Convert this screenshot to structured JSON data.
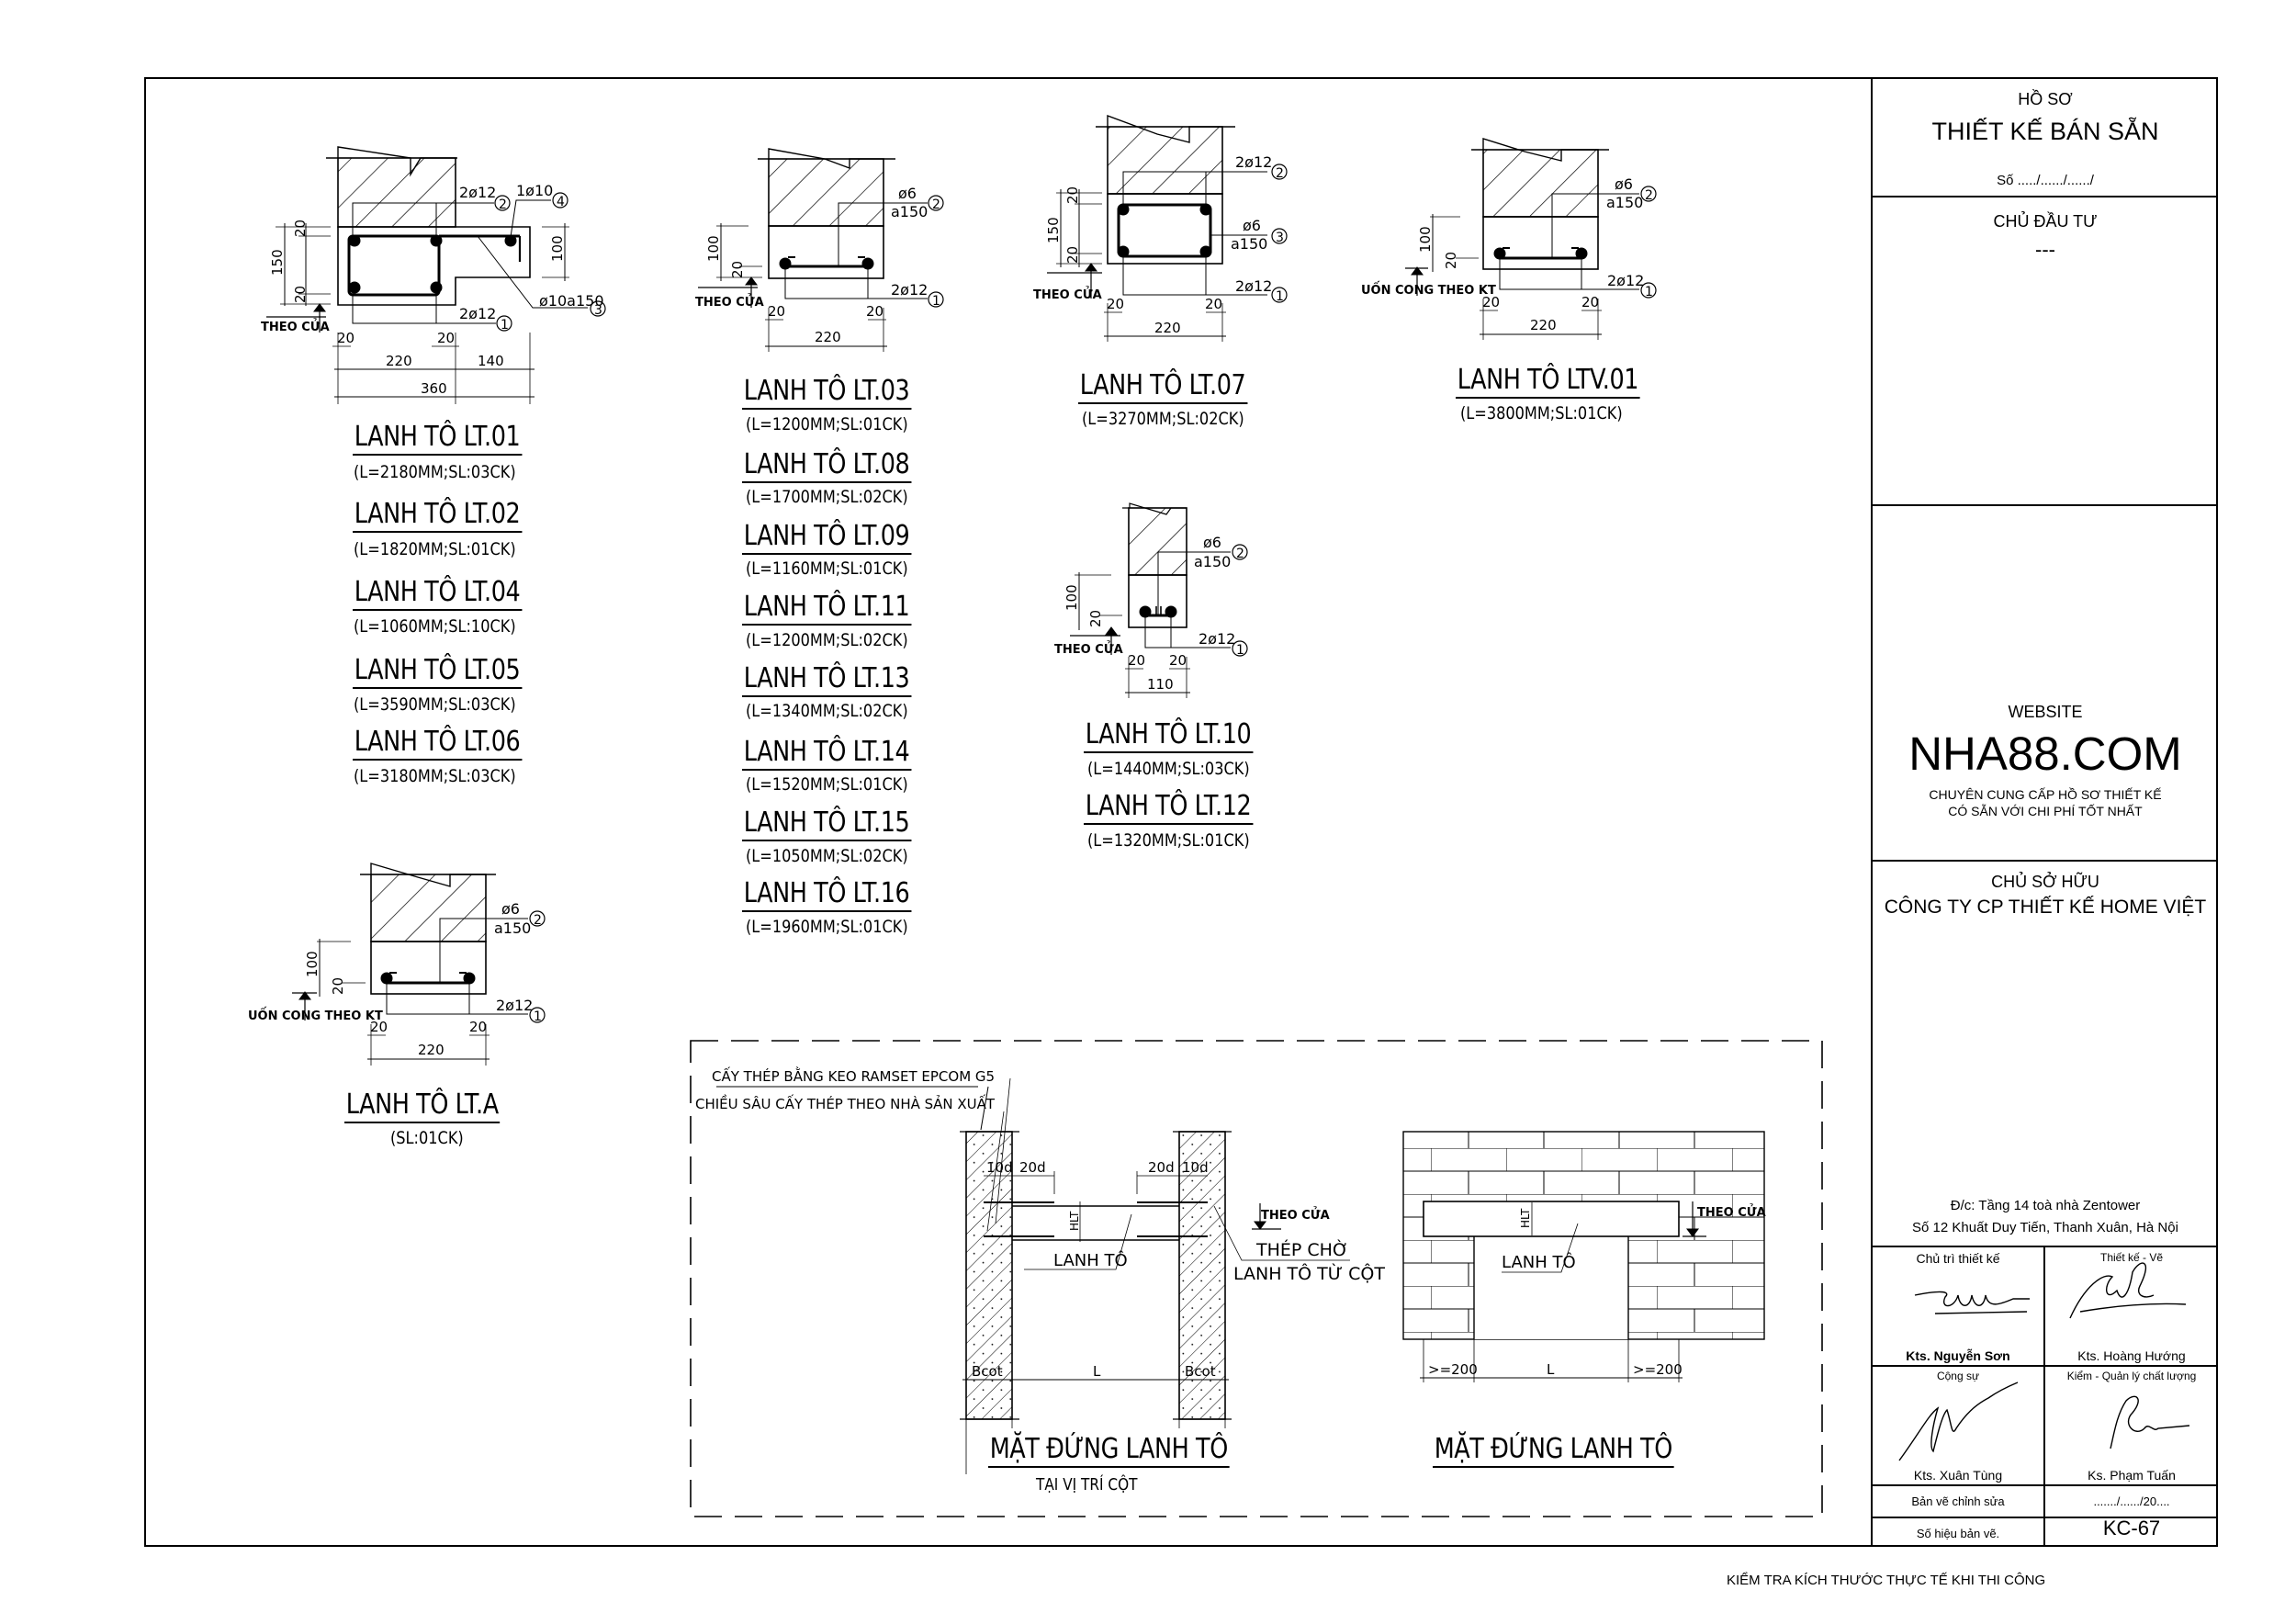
{
  "sheet": {
    "footnote": "KIỂM TRA KÍCH THƯỚC THỰC TẾ KHI THI CÔNG"
  },
  "title_block": {
    "ho_so_label": "HỒ SƠ",
    "ho_so_title": "THIẾT KẾ BÁN SẴN",
    "so_label": "Số ...../....../....../",
    "chu_dau_tu_label": "CHỦ ĐẦU TƯ",
    "chu_dau_tu_value": "---",
    "website_label": "WEBSITE",
    "website": "NHA88.COM",
    "slogan_line1": "CHUYÊN CUNG CẤP HỒ SƠ THIẾT KẾ",
    "slogan_line2": "CÓ SẴN VỚI CHI PHÍ TỐT NHẤT",
    "chu_so_huu_label": "CHỦ SỞ HỮU",
    "chu_so_huu_value": "CÔNG TY CP THIẾT KẾ HOME VIỆT",
    "address_line1": "Đ/c: Tầng 14 toà nhà Zentower",
    "address_line2": "Số 12 Khuất Duy Tiến, Thanh Xuân, Hà Nội",
    "roles": [
      {
        "role": "Chủ trì thiết kế",
        "name": "Kts. Nguyễn Sơn"
      },
      {
        "role": "Thiết kế - Vẽ",
        "name": "Kts. Hoàng Hướng"
      },
      {
        "role": "Cộng sự",
        "name": "Kts. Xuân Tùng"
      },
      {
        "role": "Kiểm - Quản lý chất lượng",
        "name": "Ks. Phạm Tuấn"
      }
    ],
    "revision_label": "Bản vẽ chỉnh sửa",
    "revision_value": "......./....../20....",
    "drawing_no_label": "Số hiệu bản vẽ.",
    "drawing_no_value": "KC-67"
  },
  "sections": {
    "lt01": {
      "labels": {
        "bar2": "2ø12",
        "bar4": "1ø10",
        "bar3": "ø10a150",
        "bar1": "2ø12",
        "c1": "1",
        "c2": "2",
        "c3": "3",
        "c4": "4",
        "theo_cua": "THEO CỬA",
        "dim_20a": "20",
        "dim_150": "150",
        "dim_20b": "20",
        "dim_100": "100",
        "dim_20c": "20",
        "dim_20d": "20",
        "dim_220": "220",
        "dim_140": "140",
        "dim_360": "360"
      },
      "items": [
        {
          "title": "LANH TÔ LT.01",
          "spec": "(L=2180MM;SL:03CK)"
        },
        {
          "title": "LANH TÔ LT.02",
          "spec": "(L=1820MM;SL:01CK)"
        },
        {
          "title": "LANH TÔ LT.04",
          "spec": "(L=1060MM;SL:10CK)"
        },
        {
          "title": "LANH TÔ LT.05",
          "spec": "(L=3590MM;SL:03CK)"
        },
        {
          "title": "LANH TÔ LT.06",
          "spec": "(L=3180MM;SL:03CK)"
        }
      ]
    },
    "lt03": {
      "labels": {
        "bar2a": "ø6",
        "bar2b": "a150",
        "bar1": "2ø12",
        "c1": "1",
        "c2": "2",
        "theo_cua": "THEO CỬA",
        "dim_100": "100",
        "dim_20a": "20",
        "dim_20b": "20",
        "dim_20c": "20",
        "dim_220": "220"
      },
      "items": [
        {
          "title": "LANH TÔ LT.03",
          "spec": "(L=1200MM;SL:01CK)"
        },
        {
          "title": "LANH TÔ LT.08",
          "spec": "(L=1700MM;SL:02CK)"
        },
        {
          "title": "LANH TÔ LT.09",
          "spec": "(L=1160MM;SL:01CK)"
        },
        {
          "title": "LANH TÔ LT.11",
          "spec": "(L=1200MM;SL:02CK)"
        },
        {
          "title": "LANH TÔ LT.13",
          "spec": "(L=1340MM;SL:02CK)"
        },
        {
          "title": "LANH TÔ LT.14",
          "spec": "(L=1520MM;SL:01CK)"
        },
        {
          "title": "LANH TÔ LT.15",
          "spec": "(L=1050MM;SL:02CK)"
        },
        {
          "title": "LANH TÔ LT.16",
          "spec": "(L=1960MM;SL:01CK)"
        }
      ]
    },
    "lt07": {
      "labels": {
        "bar2": "2ø12",
        "bar3a": "ø6",
        "bar3b": "a150",
        "bar1": "2ø12",
        "c1": "1",
        "c2": "2",
        "c3": "3",
        "theo_cua": "THEO CỬA",
        "dim_150": "150",
        "dim_20a": "20",
        "dim_20b": "20",
        "dim_20c": "20",
        "dim_20d": "20",
        "dim_220": "220"
      },
      "items": [
        {
          "title": "LANH TÔ LT.07",
          "spec": "(L=3270MM;SL:02CK)"
        }
      ]
    },
    "ltv01": {
      "labels": {
        "bar2a": "ø6",
        "bar2b": "a150",
        "bar1": "2ø12",
        "c1": "1",
        "c2": "2",
        "uon_cong": "UỐN CONG THEO KT",
        "dim_100": "100",
        "dim_20a": "20",
        "dim_20b": "20",
        "dim_20c": "20",
        "dim_220": "220"
      },
      "items": [
        {
          "title": "LANH TÔ LTV.01",
          "spec": "(L=3800MM;SL:01CK)"
        }
      ]
    },
    "lt10": {
      "labels": {
        "bar2a": "ø6",
        "bar2b": "a150",
        "bar1": "2ø12",
        "c1": "1",
        "c2": "2",
        "theo_cua": "THEO CỬA",
        "dim_100": "100",
        "dim_20a": "20",
        "dim_20b": "20",
        "dim_20c": "20",
        "dim_110": "110"
      },
      "items": [
        {
          "title": "LANH TÔ LT.10",
          "spec": "(L=1440MM;SL:03CK)"
        },
        {
          "title": "LANH TÔ LT.12",
          "spec": "(L=1320MM;SL:01CK)"
        }
      ]
    },
    "lta": {
      "labels": {
        "bar2a": "ø6",
        "bar2b": "a150",
        "bar1": "2ø12",
        "c1": "1",
        "c2": "2",
        "uon_cong": "UỐN CONG THEO KT",
        "dim_100": "100",
        "dim_20a": "20",
        "dim_20b": "20",
        "dim_20c": "20",
        "dim_220": "220"
      },
      "items": [
        {
          "title": "LANH TÔ LT.A",
          "spec": "(SL:01CK)"
        }
      ]
    }
  },
  "elevations": {
    "column": {
      "note1": "CẤY THÉP BẰNG KEO RAMSET EPCOM G5",
      "note2": "CHIỀU SÂU CẤY THÉP THEO NHÀ SẢN XUẤT",
      "dim_10d_left": "10d",
      "dim_20d_left": "20d",
      "dim_20d_right": "20d",
      "dim_10d_right": "10d",
      "hlt": "HLT",
      "lintel": "LANH TÔ",
      "theo_cua": "THEO CỬA",
      "thep_cho_1": "THÉP CHỜ",
      "thep_cho_2": "LANH TÔ TỪ CỘT",
      "bcot_left": "Bcot",
      "span": "L",
      "bcot_right": "Bcot",
      "title": "MẶT ĐỨNG LANH TÔ",
      "subtitle": "TẠI VỊ TRÍ CỘT"
    },
    "wall": {
      "hlt": "HLT",
      "lintel": "LANH TÔ",
      "theo_cua": "THEO CỬA",
      "dim_left": ">=200",
      "span": "L",
      "dim_right": ">=200",
      "title": "MẶT ĐỨNG LANH TÔ"
    }
  }
}
